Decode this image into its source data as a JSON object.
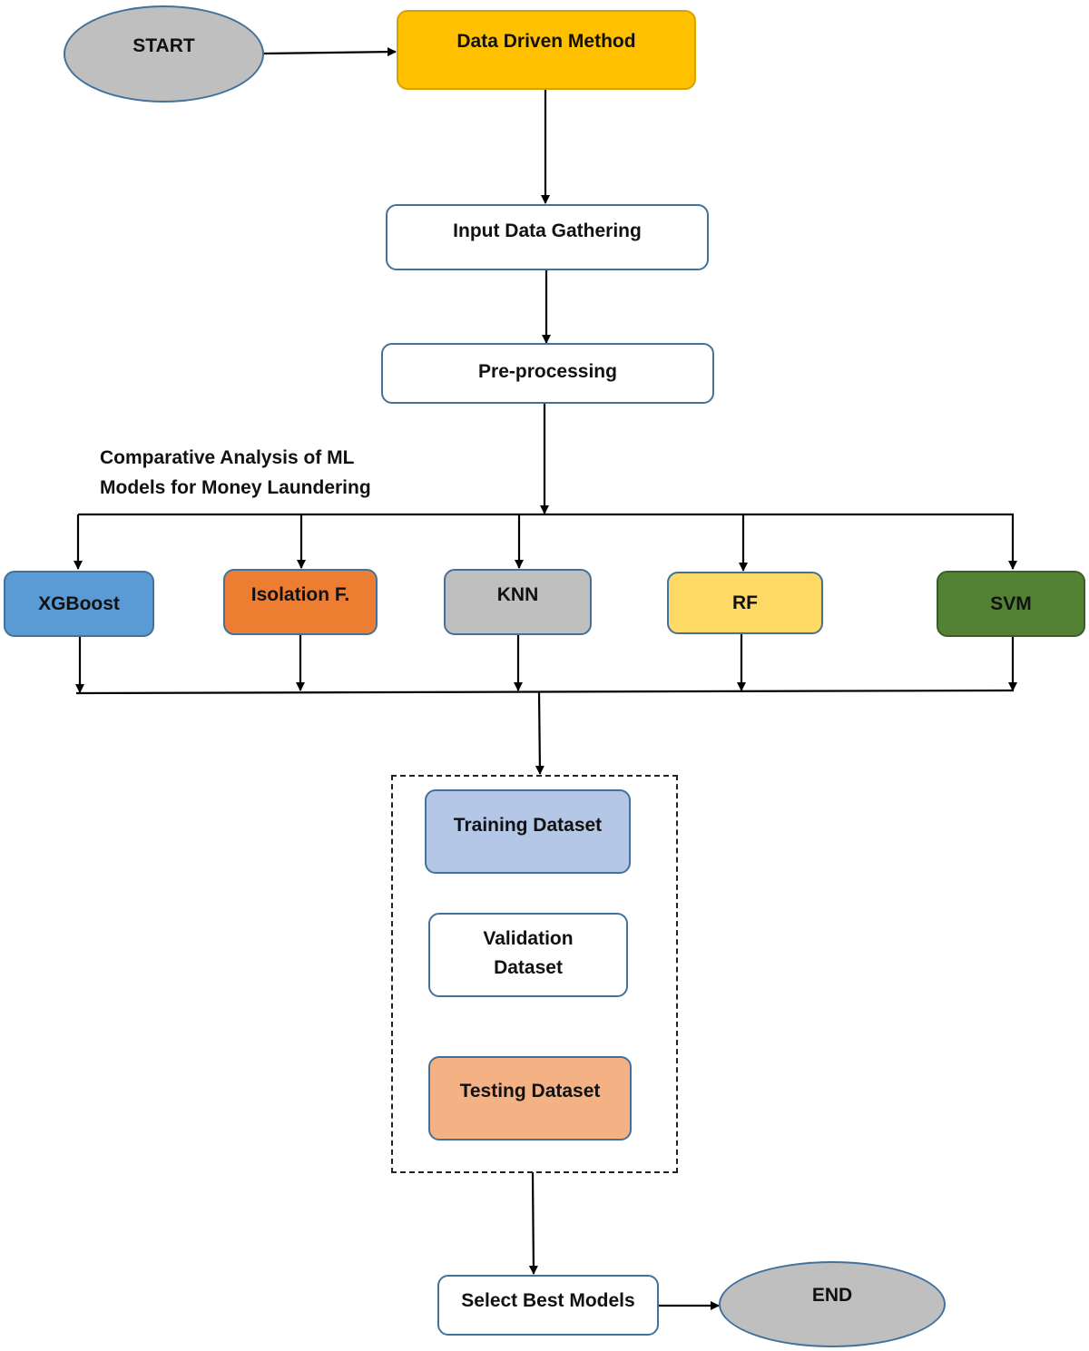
{
  "nodes": {
    "start": {
      "label": "START",
      "color": "#bfbfbf"
    },
    "data_driven": {
      "label": "Data Driven Method",
      "color": "#ffc000"
    },
    "input_gathering": {
      "label": "Input Data Gathering",
      "color": "#ffffff"
    },
    "preprocessing": {
      "label": "Pre-processing",
      "color": "#ffffff"
    },
    "annotation": {
      "line1": "Comparative Analysis of ML",
      "line2": "Models for Money Laundering"
    },
    "models": [
      {
        "label": "XGBoost",
        "color": "#5b9bd5"
      },
      {
        "label": "Isolation F.",
        "color": "#ed7d31"
      },
      {
        "label": "KNN",
        "color": "#bfbfbf"
      },
      {
        "label": "RF",
        "color": "#ffd966"
      },
      {
        "label": "SVM",
        "color": "#548235"
      }
    ],
    "training": {
      "label": "Training Dataset",
      "color": "#b4c7e7"
    },
    "validation": {
      "line1": "Validation",
      "line2": "Dataset",
      "color": "#ffffff"
    },
    "testing": {
      "label": "Testing Dataset",
      "color": "#f4b183"
    },
    "select_best": {
      "label": "Select Best Models",
      "color": "#ffffff"
    },
    "end": {
      "label": "END",
      "color": "#bfbfbf"
    }
  }
}
